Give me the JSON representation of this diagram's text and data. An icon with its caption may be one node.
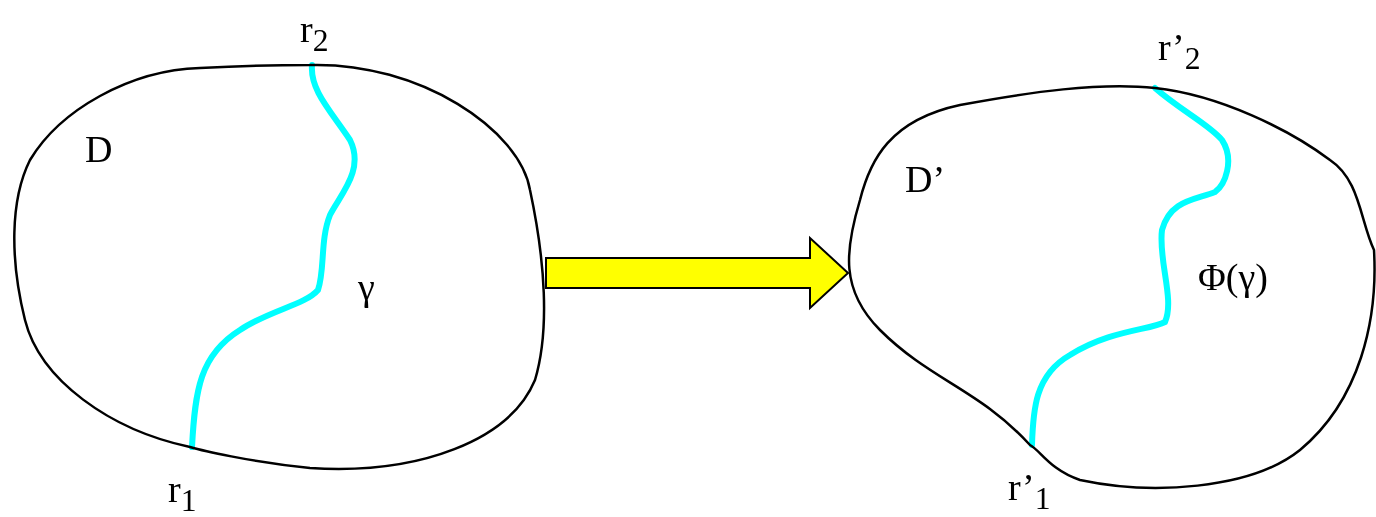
{
  "diagram": {
    "nodes": [
      {
        "text": [
          "D"
        ]
      },
      {
        "text": [
          "D’"
        ]
      }
    ],
    "edges": [
      {
        "from": 0,
        "to": 1,
        "arrow": "to"
      }
    ],
    "labels": [
      "r$_{2}$",
      "γ",
      "r$_{1}$",
      "r’$_{2}$",
      "Φ(γ)",
      "r’$_{1}$"
    ]
  }
}
